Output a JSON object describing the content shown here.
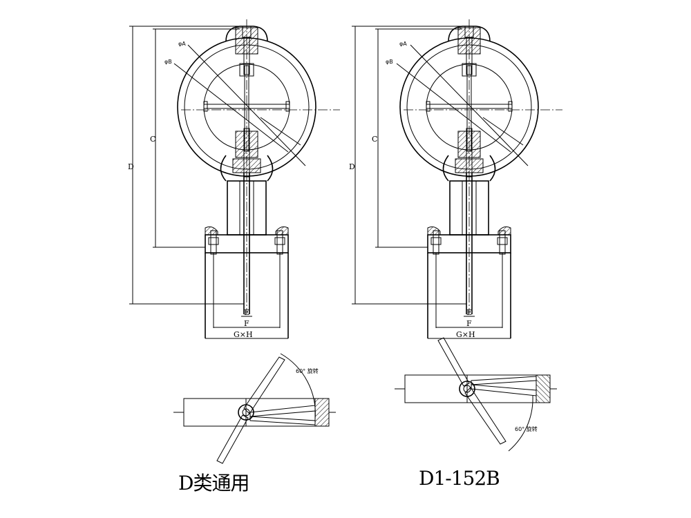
{
  "drawings": [
    {
      "caption": "D类通用",
      "dim_d": "D",
      "dim_c": "C",
      "dim_e": "E",
      "dim_f": "F",
      "dim_gxh": "G×H",
      "callout_outer": "φA",
      "callout_inner": "φB",
      "rotation": "60° 旋转"
    },
    {
      "caption": "D1-152B",
      "dim_d": "D",
      "dim_c": "C",
      "dim_e": "E",
      "dim_f": "F",
      "dim_gxh": "G×H",
      "callout_outer": "φA",
      "callout_inner": "φB",
      "rotation": "60° 旋转"
    }
  ]
}
